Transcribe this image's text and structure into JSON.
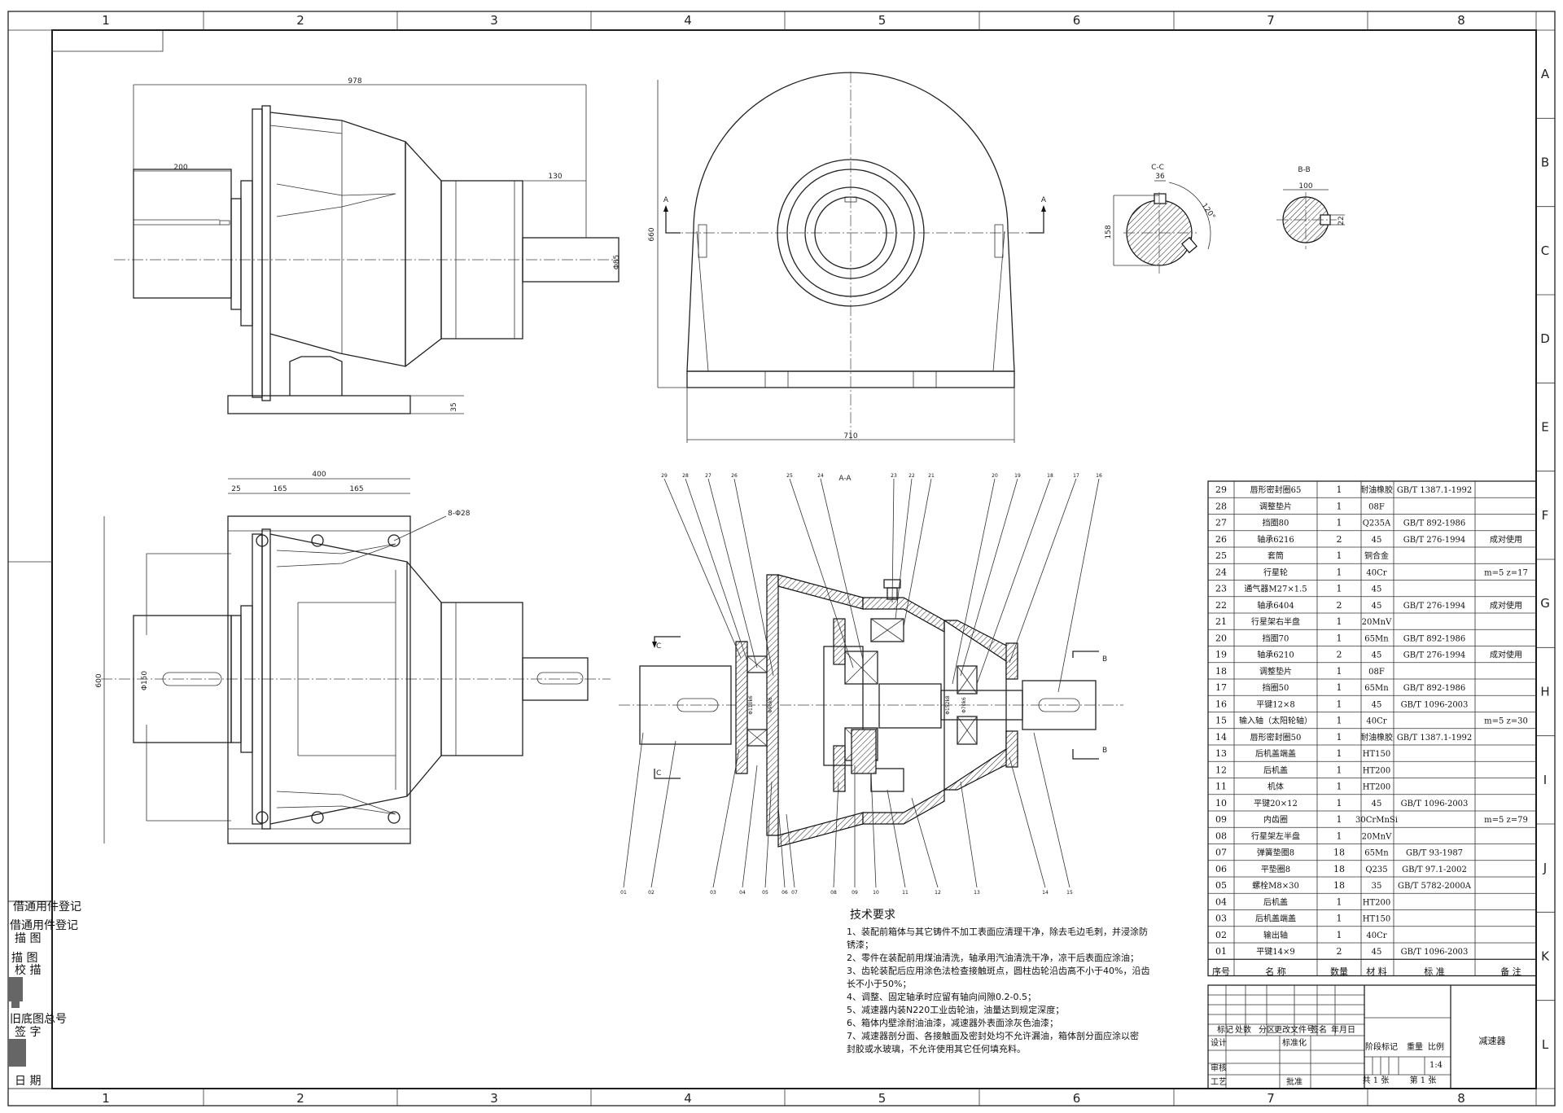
{
  "frame": {
    "column_labels": [
      "1",
      "2",
      "3",
      "4",
      "5",
      "6",
      "7",
      "8"
    ],
    "row_labels": [
      "A",
      "B",
      "C",
      "D",
      "E",
      "F",
      "G",
      "H",
      "I",
      "J",
      "K",
      "L"
    ]
  },
  "side_register": {
    "items": [
      "借通用件登记",
      "借通用件登记",
      "描 图",
      "描 图",
      "校 描",
      "旧底图总号",
      "签 字",
      "日 期"
    ]
  },
  "view_front": {
    "dims": {
      "overall_length": "978",
      "shaft_left": "200",
      "shaft_right": "130",
      "base_thk": "35",
      "shaft_dia": "Φ85"
    }
  },
  "view_end": {
    "dims": {
      "width": "710",
      "height": "660"
    },
    "section_markers": {
      "left": "A",
      "right": "A"
    }
  },
  "section_cc": {
    "title": "C-C",
    "dims": {
      "key_width": "36",
      "height": "158",
      "angle": "120°"
    }
  },
  "section_bb": {
    "title": "B-B",
    "dims": {
      "width": "100",
      "key": "22"
    }
  },
  "view_plan": {
    "dims": {
      "total": "400",
      "d1": "25",
      "d2": "165",
      "d3": "165",
      "width": "600",
      "shaft_dia": "Φ150",
      "holes": "8-Φ28"
    }
  },
  "section_aa": {
    "title": "A-A",
    "markers": {
      "c_top": "C",
      "c_bottom": "C",
      "b_top": "B",
      "b_bottom": "B"
    },
    "inner_dims": [
      "Φ110k6",
      "Φ90k6",
      "Φ152k8",
      "Φ70k6"
    ],
    "balloons_top": [
      "29",
      "28",
      "27",
      "26",
      "25",
      "24",
      "23",
      "22",
      "21",
      "20",
      "19",
      "18",
      "17",
      "16"
    ],
    "balloons_bottom": [
      "01",
      "02",
      "03",
      "04",
      "05",
      "06",
      "07",
      "08",
      "09",
      "10",
      "11",
      "12",
      "13",
      "14",
      "15"
    ]
  },
  "tech_requirements": {
    "title": "技术要求",
    "lines": [
      "1、装配前箱体与其它铸件不加工表面应清理干净，除去毛边毛刺，并浸涂防",
      "锈漆；",
      "2、零件在装配前用煤油清洗，轴承用汽油清洗干净，凉干后表面应涂油；",
      "3、齿轮装配后应用涂色法检查接触斑点，圆柱齿轮沿齿高不小于40%，沿齿",
      "长不小于50%；",
      "4、调整、固定轴承时应留有轴向间隙0.2-0.5；",
      "5、减速器内装N220工业齿轮油，油量达到规定深度；",
      "6、箱体内壁涂耐油油漆，减速器外表面涂灰色油漆；",
      "7、减速器剖分面、各接触面及密封处均不允许漏油，箱体剖分面应涂以密",
      "封胶或水玻璃，不允许使用其它任何填充料。"
    ]
  },
  "bom": {
    "header": {
      "no": "序号",
      "name": "名  称",
      "qty": "数量",
      "material": "材  料",
      "standard": "标  准",
      "remark": "备  注"
    },
    "rows": [
      {
        "no": "29",
        "name": "唇形密封圈65",
        "qty": "1",
        "material": "耐油橡胶",
        "standard": "GB/T 1387.1-1992",
        "remark": ""
      },
      {
        "no": "28",
        "name": "调整垫片",
        "qty": "1",
        "material": "08F",
        "standard": "",
        "remark": ""
      },
      {
        "no": "27",
        "name": "挡圈80",
        "qty": "1",
        "material": "Q235A",
        "standard": "GB/T 892-1986",
        "remark": ""
      },
      {
        "no": "26",
        "name": "轴承6216",
        "qty": "2",
        "material": "45",
        "standard": "GB/T 276-1994",
        "remark": "成对使用"
      },
      {
        "no": "25",
        "name": "套筒",
        "qty": "1",
        "material": "铜合金",
        "standard": "",
        "remark": ""
      },
      {
        "no": "24",
        "name": "行星轮",
        "qty": "1",
        "material": "40Cr",
        "standard": "",
        "remark": "m=5 z=17"
      },
      {
        "no": "23",
        "name": "通气器M27×1.5",
        "qty": "1",
        "material": "45",
        "standard": "",
        "remark": ""
      },
      {
        "no": "22",
        "name": "轴承6404",
        "qty": "2",
        "material": "45",
        "standard": "GB/T 276-1994",
        "remark": "成对使用"
      },
      {
        "no": "21",
        "name": "行星架右半盘",
        "qty": "1",
        "material": "20MnV",
        "standard": "",
        "remark": ""
      },
      {
        "no": "20",
        "name": "挡圈70",
        "qty": "1",
        "material": "65Mn",
        "standard": "GB/T 892-1986",
        "remark": ""
      },
      {
        "no": "19",
        "name": "轴承6210",
        "qty": "2",
        "material": "45",
        "standard": "GB/T 276-1994",
        "remark": "成对使用"
      },
      {
        "no": "18",
        "name": "调整垫片",
        "qty": "1",
        "material": "08F",
        "standard": "",
        "remark": ""
      },
      {
        "no": "17",
        "name": "挡圈50",
        "qty": "1",
        "material": "65Mn",
        "standard": "GB/T 892-1986",
        "remark": ""
      },
      {
        "no": "16",
        "name": "平键12×8",
        "qty": "1",
        "material": "45",
        "standard": "GB/T 1096-2003",
        "remark": ""
      },
      {
        "no": "15",
        "name": "输入轴（太阳轮轴）",
        "qty": "1",
        "material": "40Cr",
        "standard": "",
        "remark": "m=5 z=30"
      },
      {
        "no": "14",
        "name": "唇形密封圈50",
        "qty": "1",
        "material": "耐油橡胶",
        "standard": "GB/T 1387.1-1992",
        "remark": ""
      },
      {
        "no": "13",
        "name": "后机盖端盖",
        "qty": "1",
        "material": "HT150",
        "standard": "",
        "remark": ""
      },
      {
        "no": "12",
        "name": "后机盖",
        "qty": "1",
        "material": "HT200",
        "standard": "",
        "remark": ""
      },
      {
        "no": "11",
        "name": "机体",
        "qty": "1",
        "material": "HT200",
        "standard": "",
        "remark": ""
      },
      {
        "no": "10",
        "name": "平键20×12",
        "qty": "1",
        "material": "45",
        "standard": "GB/T 1096-2003",
        "remark": ""
      },
      {
        "no": "09",
        "name": "内齿圈",
        "qty": "1",
        "material": "30CrMnSi",
        "standard": "",
        "remark": "m=5 z=79"
      },
      {
        "no": "08",
        "name": "行星架左半盘",
        "qty": "1",
        "material": "20MnV",
        "standard": "",
        "remark": ""
      },
      {
        "no": "07",
        "name": "弹簧垫圈8",
        "qty": "18",
        "material": "65Mn",
        "standard": "GB/T 93-1987",
        "remark": ""
      },
      {
        "no": "06",
        "name": "平垫圈8",
        "qty": "18",
        "material": "Q235",
        "standard": "GB/T 97.1-2002",
        "remark": ""
      },
      {
        "no": "05",
        "name": "螺栓M8×30",
        "qty": "18",
        "material": "35",
        "standard": "GB/T 5782-2000A",
        "remark": ""
      },
      {
        "no": "04",
        "name": "后机盖",
        "qty": "1",
        "material": "HT200",
        "standard": "",
        "remark": ""
      },
      {
        "no": "03",
        "name": "后机盖端盖",
        "qty": "1",
        "material": "HT150",
        "standard": "",
        "remark": ""
      },
      {
        "no": "02",
        "name": "输出轴",
        "qty": "1",
        "material": "40Cr",
        "standard": "",
        "remark": ""
      },
      {
        "no": "01",
        "name": "平键14×9",
        "qty": "2",
        "material": "45",
        "standard": "GB/T 1096-2003",
        "remark": ""
      }
    ]
  },
  "title_block": {
    "name": "减速器",
    "row_headers": [
      "标记",
      "处数",
      "分区",
      "更改文件号",
      "签名",
      "年月日"
    ],
    "design": "设计",
    "standardize": "标准化",
    "check": "审核",
    "process": "工艺",
    "approve": "批准",
    "stage_mark": "阶段标记",
    "weight": "重量",
    "scale": "比例",
    "scale_value": "1:4",
    "sheets_total": "共 1 张",
    "sheet_no": "第 1 张"
  }
}
